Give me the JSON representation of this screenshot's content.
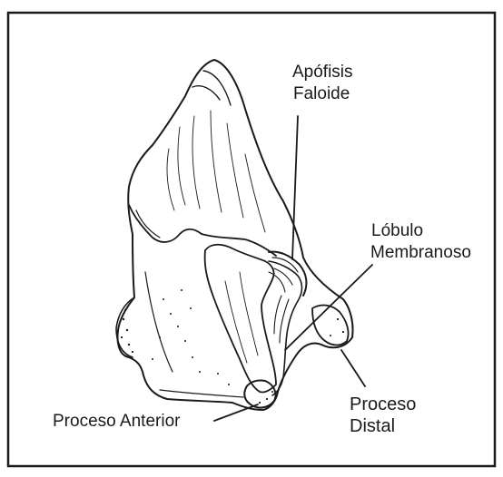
{
  "labels": {
    "apofisis_line1": "Apófisis",
    "apofisis_line2": "Faloide",
    "lobulo_line1": "Lóbulo",
    "lobulo_line2": "Membranoso",
    "proceso_distal_line1": "Proceso",
    "proceso_distal_line2": "Distal",
    "proceso_anterior": "Proceso Anterior"
  },
  "colors": {
    "ink": "#1a1a1a",
    "paper": "#ffffff",
    "frame": "#1a1a1a"
  }
}
